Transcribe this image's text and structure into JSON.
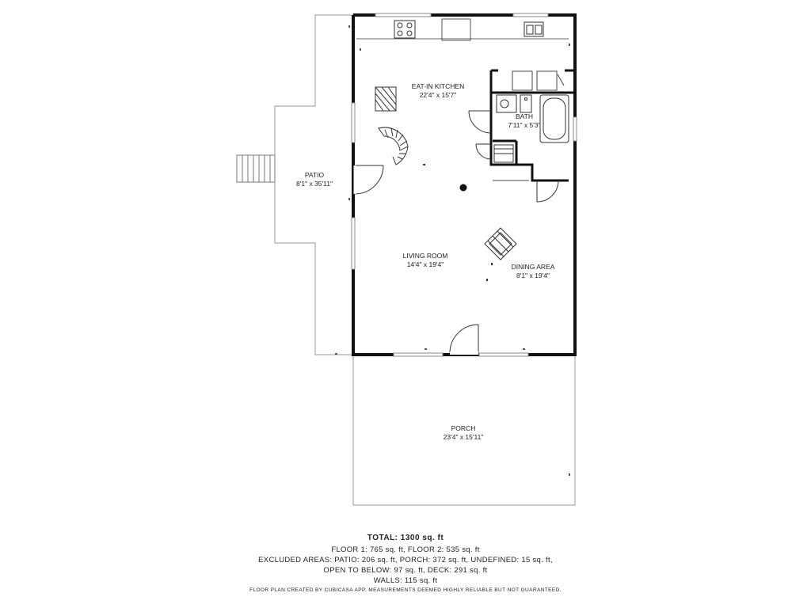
{
  "rooms": {
    "kitchen": {
      "name": "EAT-IN KITCHEN",
      "size": "22'4\" x 15'7\""
    },
    "bath": {
      "name": "BATH",
      "size": "7'11\" x 5'3\""
    },
    "patio": {
      "name": "PATIO",
      "size": "8'1\" x 35'11\""
    },
    "living": {
      "name": "LIVING ROOM",
      "size": "14'4\" x 19'4\""
    },
    "dining": {
      "name": "DINING AREA",
      "size": "8'1\" x 19'4\""
    },
    "porch": {
      "name": "PORCH",
      "size": "23'4\" x 15'11\""
    }
  },
  "summary": {
    "total": "TOTAL: 1300 sq. ft",
    "line1": "FLOOR 1: 765 sq. ft, FLOOR 2: 535 sq. ft",
    "line2": "EXCLUDED AREAS: PATIO: 206 sq. ft, PORCH: 372 sq. ft, UNDEFINED: 15 sq. ft,",
    "line3": "OPEN TO BELOW: 97 sq. ft, DECK: 291 sq. ft",
    "line4": "WALLS: 115 sq. ft"
  },
  "disclaimer": "FLOOR PLAN CREATED BY CUBICASA APP. MEASUREMENTS DEEMED HIGHLY RELIABLE BUT NOT GUARANTEED."
}
